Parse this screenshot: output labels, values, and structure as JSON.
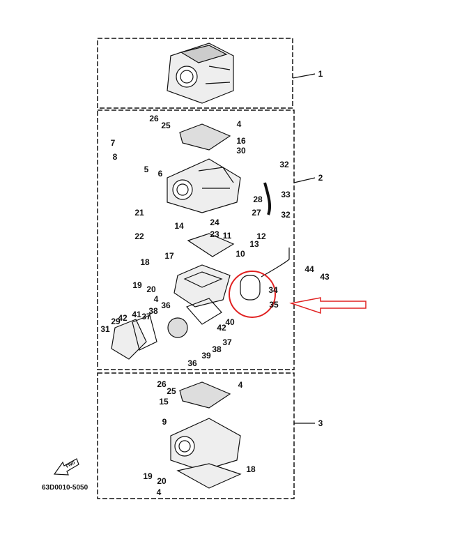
{
  "diagram": {
    "assembly_labels": [
      "1",
      "2",
      "3"
    ],
    "box2_callouts": [
      "26",
      "25",
      "4",
      "7",
      "16",
      "30",
      "8",
      "5",
      "6",
      "32",
      "33",
      "28",
      "27",
      "32",
      "21",
      "24",
      "14",
      "22",
      "23",
      "11",
      "12",
      "13",
      "17",
      "10",
      "18",
      "19",
      "20",
      "34",
      "35",
      "44",
      "43",
      "4",
      "36",
      "41",
      "42",
      "38",
      "37",
      "29",
      "40",
      "42",
      "31",
      "37",
      "38",
      "39",
      "36"
    ],
    "box3_callouts": [
      "26",
      "25",
      "4",
      "15",
      "9",
      "18",
      "19",
      "20",
      "4"
    ],
    "fwd_icon_text": "FWD",
    "drawing_code": "63D0010-5050",
    "highlight_color": "#e02020"
  }
}
